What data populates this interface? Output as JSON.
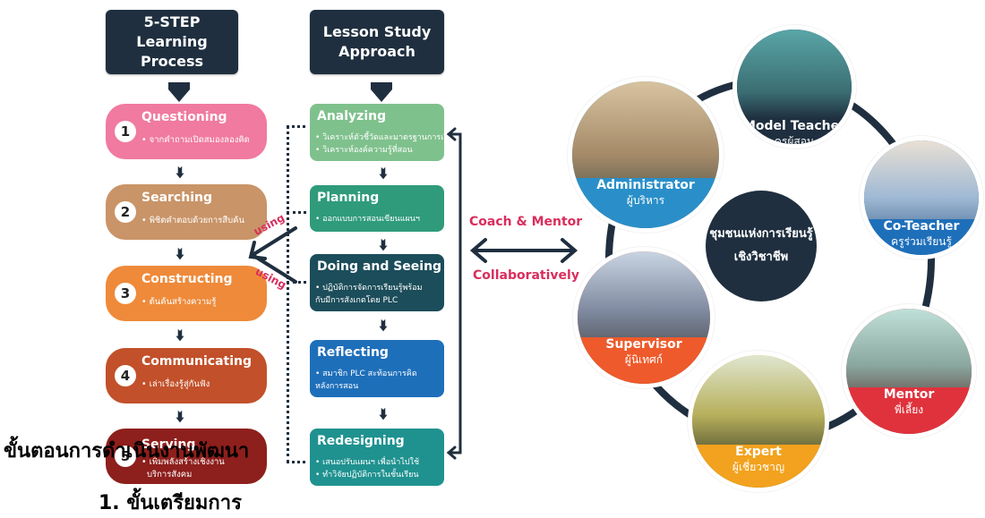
{
  "left_column": {
    "header_line1": "5-STEP",
    "header_line2": "Learning Process",
    "steps": [
      {
        "num": "1",
        "title": "Questioning",
        "sub": "• จากคำถามเปิดสมองลองคิด",
        "color": "#f07aa0"
      },
      {
        "num": "2",
        "title": "Searching",
        "sub": "• พิชิตคำตอบด้วยการสืบค้น",
        "color": "#c99467"
      },
      {
        "num": "3",
        "title": "Constructing",
        "sub": "• ต้นค้นสร้างความรู้",
        "color": "#ee8a3a"
      },
      {
        "num": "4",
        "title": "Communicating",
        "sub": "• เล่าเรื่องรู้สู่กันฟัง",
        "color": "#c2502a"
      },
      {
        "num": "5",
        "title": "Serving",
        "sub1": "• เพิ่มพลังสร้างเชิงงาน",
        "sub2": "บริการสังคม",
        "color": "#8d1f1c"
      }
    ]
  },
  "right_column": {
    "header_line1": "Lesson Study",
    "header_line2": "Approach",
    "boxes": [
      {
        "title": "Analyzing",
        "l1": "• วิเคราะห์ตัวชี้วัดและมาตรฐานการเรียนรู้",
        "l2": "• วิเคราะห์องค์ความรู้ที่สอน",
        "color": "#7fc18d"
      },
      {
        "title": "Planning",
        "l1": "• ออกแบบการสอนเขียนแผนฯ",
        "l2": "",
        "color": "#2f9b7a"
      },
      {
        "title": "Doing and Seeing",
        "l1": "• ปฏิบัติการจัดการเรียนรู้พร้อม",
        "l2": "กับมีการสังเกตโดย PLC",
        "color": "#1c4d5a"
      },
      {
        "title": "Reflecting",
        "l1": "• สมาชิก PLC สะท้อนการคิด",
        "l2": "หลังการสอน",
        "color": "#1e6fba"
      },
      {
        "title": "Redesigning",
        "l1": "• เสนอปรับแผนฯ เพื่อนำไปใช้",
        "l2": "• ทำวิจัยปฏิบัติการในชั้นเรียน",
        "color": "#1f9290"
      }
    ]
  },
  "using_labels": [
    "using",
    "using"
  ],
  "coach_label": "Coach & Mentor",
  "collab_label": "Collaboratively",
  "center_line1": "ชุมชนแห่งการเรียนรู้",
  "center_line2": "เชิงวิชาชีพ",
  "circles": [
    {
      "en": "Model Teacher",
      "th": "ครูผู้สอน",
      "color": "#1f2f3f"
    },
    {
      "en": "Co-Teacher",
      "th": "ครูร่วมเรียนรู้",
      "color": "#1e6fba"
    },
    {
      "en": "Mentor",
      "th": "พี่เลี้ยง",
      "color": "#e0323c"
    },
    {
      "en": "Expert",
      "th": "ผู้เชี่ยวชาญ",
      "color": "#f2a21e"
    },
    {
      "en": "Supervisor",
      "th": "ผู้นิเทศก์",
      "color": "#ee5a2b"
    },
    {
      "en": "Administrator",
      "th": "ผู้บริหาร",
      "color": "#2a8fc9"
    }
  ],
  "bottom_title": "ขั้นตอนการดำเนินงานพัฒนา",
  "bottom_item": "1. ขั้นเตรียมการ"
}
